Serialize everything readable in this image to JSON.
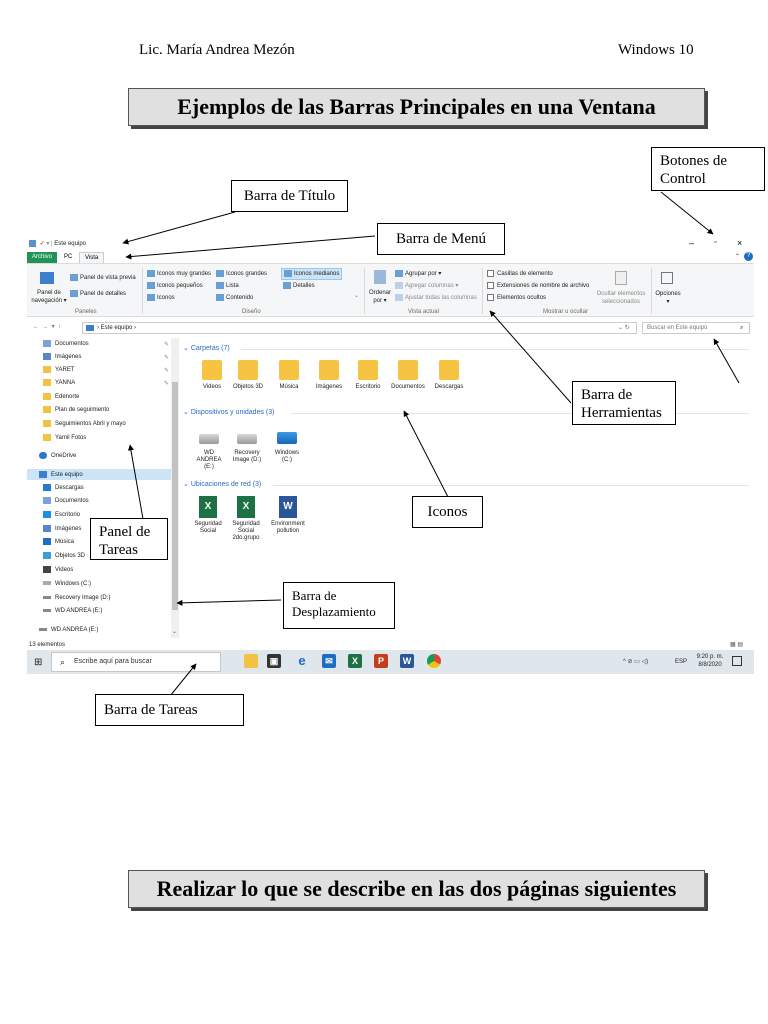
{
  "header": {
    "author": "Lic. María Andrea Mezón",
    "os": "Windows 10"
  },
  "main_title": "Ejemplos de las Barras Principales en una Ventana",
  "bottom_title": "Realizar lo que se describe en las dos páginas siguientes",
  "callouts": {
    "control_buttons": [
      "Botones de",
      "Control"
    ],
    "title_bar": "Barra de Título",
    "menu_bar": "Barra de Menú",
    "toolbar": [
      "Barra de",
      "Herramientas"
    ],
    "icons": "Iconos",
    "task_pane": [
      "Panel de",
      "Tareas"
    ],
    "scrollbar": [
      "Barra de",
      "Desplazamiento"
    ],
    "taskbar": "Barra de Tareas"
  },
  "explorer": {
    "window_title": "Este equipo",
    "tabs": [
      "Archivo",
      "PC",
      "Vista"
    ],
    "ribbon": {
      "panels": {
        "nav_pane": "Panel de navegación ▾",
        "preview_pane": "Panel de vista previa",
        "details_pane": "Panel de detalles",
        "label": "Paneles"
      },
      "layout": {
        "items": [
          "Iconos muy grandes",
          "Iconos grandes",
          "Iconos medianos",
          "Iconos pequeños",
          "Lista",
          "Detalles",
          "Iconos",
          "Contenido"
        ],
        "label": "Diseño"
      },
      "current_view": {
        "sort": "Ordenar por ▾",
        "group": "Agrupar por ▾",
        "add_columns": "Agregar columnas ▾",
        "fit_columns": "Ajustar todas las columnas",
        "label": "Vista actual"
      },
      "show_hide": {
        "items": [
          "Casillas de elemento",
          "Extensiones de nombre de archivo",
          "Elementos ocultos"
        ],
        "hide_selected": "Ocultar elementos seleccionados",
        "label": "Mostrar u ocultar"
      },
      "options": "Opciones ▾"
    },
    "address": "Este equipo",
    "search_placeholder": "Buscar en Este equipo",
    "nav_items": [
      "Documentos",
      "Imágenes",
      "YARET",
      "YANNA",
      "Edenorte",
      "Plan de seguimiento",
      "Seguimientos Abril y mayo",
      "Yamil Fotos",
      "OneDrive",
      "Este equipo",
      "Descargas",
      "Documentos",
      "Escritorio",
      "Imágenes",
      "Música",
      "Objetos 3D",
      "Videos",
      "Windows (C:)",
      "Recovery Image (D:)",
      "WD ANDREA (E:)",
      "WD ANDREA (E:)"
    ],
    "sections": {
      "folders": "Carpetas (7)",
      "devices": "Dispositivos y unidades (3)",
      "network": "Ubicaciones de red (3)"
    },
    "folders": [
      "Videos",
      "Objetos 3D",
      "Música",
      "Imágenes",
      "Escritorio",
      "Documentos",
      "Descargas"
    ],
    "drives": [
      "WD ANDREA (E:)",
      "Recovery Image (D:)",
      "Windows (C:)"
    ],
    "network_files": [
      "Seguridad Social",
      "Seguridad Social 2do.grupo",
      "Environment pollution"
    ],
    "status": "13 elementos",
    "taskbar": {
      "search": "Escribe aquí para buscar",
      "lang": "ESP",
      "time": "9:20 p. m.",
      "date": "8/8/2020"
    }
  }
}
